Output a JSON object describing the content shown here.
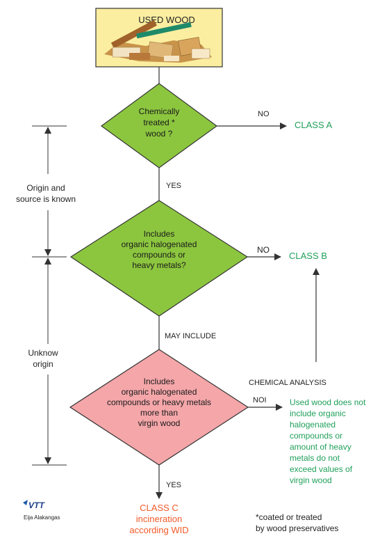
{
  "start": {
    "title": "USED WOOD"
  },
  "decision1": {
    "lines": [
      "Chemically",
      "treated *",
      "wood ?"
    ]
  },
  "decision2": {
    "lines": [
      "Includes",
      "organic halogenated",
      "compounds or",
      "heavy metals?"
    ]
  },
  "decision3": {
    "lines": [
      "Includes",
      "organic halogenated",
      "compounds or heavy metals",
      "more than",
      "virgin wood"
    ]
  },
  "edges": {
    "no1": "NO",
    "yes1": "YES",
    "no2": "NO",
    "may_include": "MAY INCLUDE",
    "chemical_analysis": "CHEMICAL ANALYSIS",
    "no3": "NOI",
    "yes3": "YES"
  },
  "outcomes": {
    "class_a": "CLASS A",
    "class_b": "CLASS B",
    "note_lines": [
      "Used wood does not",
      "include organic",
      "halogenated",
      "compounds or",
      "amount of heavy",
      "metals do not",
      "exceed values of",
      "virgin wood"
    ],
    "class_c_lines": [
      "CLASS C",
      "incineration",
      "according WID"
    ]
  },
  "side": {
    "known_lines": [
      "Origin and",
      "source is known"
    ],
    "unknown_lines": [
      "Unknow",
      "origin"
    ]
  },
  "footnote_lines": [
    "*coated or treated",
    "by wood preservatives"
  ],
  "logo": {
    "brand": "VTT",
    "author": "Eija Alakangas"
  },
  "colors": {
    "green_fill": "#8cc63f",
    "red_fill": "#f4a6a9",
    "yellow_fill": "#fbeea0",
    "green_text": "#1f9f5a",
    "orange_text": "#f15a29",
    "line": "#333333"
  }
}
